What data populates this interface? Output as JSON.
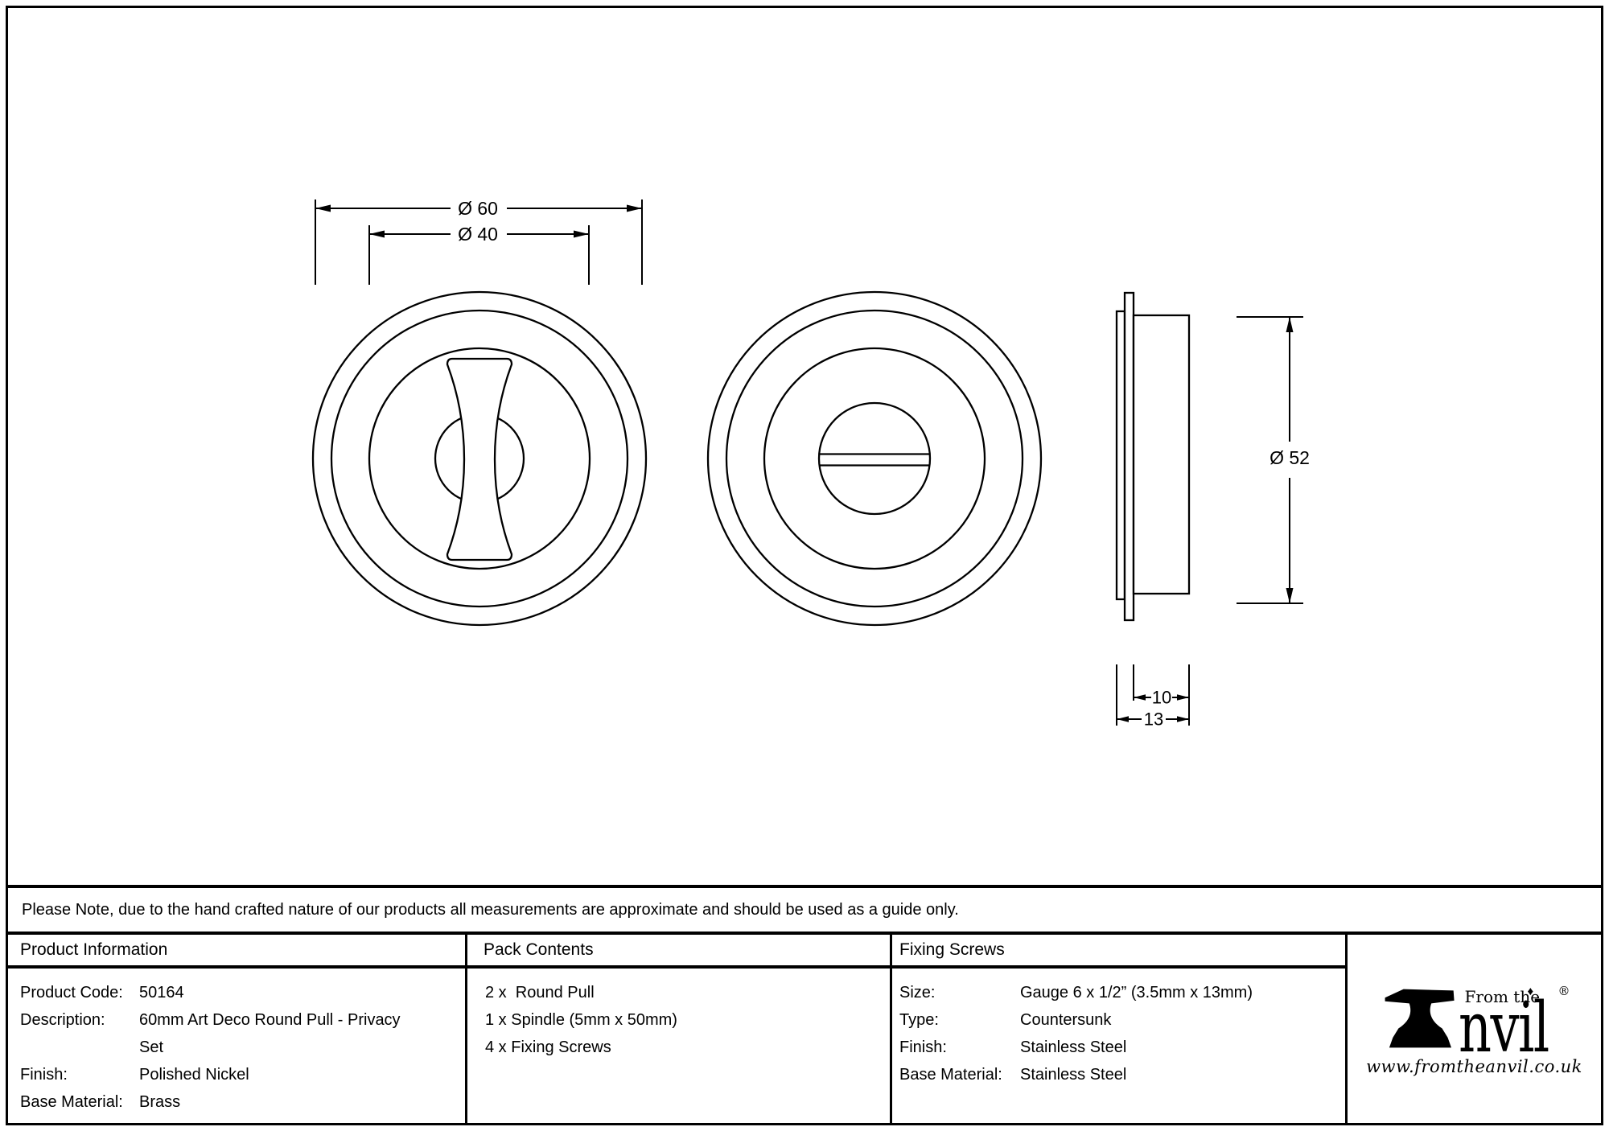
{
  "drawing": {
    "labels": {
      "front_outer_diameter": "Ø 60",
      "front_recess_diameter": "Ø 40",
      "side_diameter": "Ø 52",
      "side_depth_body": "10",
      "side_depth_total": "13"
    }
  },
  "note": {
    "text": "Please Note, due to the hand crafted nature of our products all measurements are approximate and should be used as a guide only."
  },
  "table": {
    "product_information": {
      "header": "Product Information",
      "rows": [
        {
          "label": "Product Code:",
          "value": "50164"
        },
        {
          "label": "Description:",
          "value": "60mm Art Deco Round Pull - Privacy Set"
        },
        {
          "label": "Finish:",
          "value": "Polished Nickel"
        },
        {
          "label": "Base Material:",
          "value": "Brass"
        }
      ]
    },
    "pack_contents": {
      "header": "Pack Contents",
      "items": [
        "2 x  Round Pull",
        "1 x Spindle (5mm x 50mm)",
        "4 x Fixing Screws"
      ]
    },
    "fixing_screws": {
      "header": "Fixing Screws",
      "rows": [
        {
          "label": "Size:",
          "value": "Gauge 6 x 1/2” (3.5mm x 13mm)"
        },
        {
          "label": "Type:",
          "value": "Countersunk"
        },
        {
          "label": "Finish:",
          "value": "Stainless Steel"
        },
        {
          "label": "Base Material:",
          "value": "Stainless Steel"
        }
      ]
    }
  },
  "logo": {
    "prefix": "From the",
    "word_suffix": "nvil",
    "registered": "®",
    "diamond": "♦",
    "url": "www.fromtheanvil.co.uk"
  },
  "colors": {
    "line": "#000000",
    "background": "#ffffff"
  }
}
